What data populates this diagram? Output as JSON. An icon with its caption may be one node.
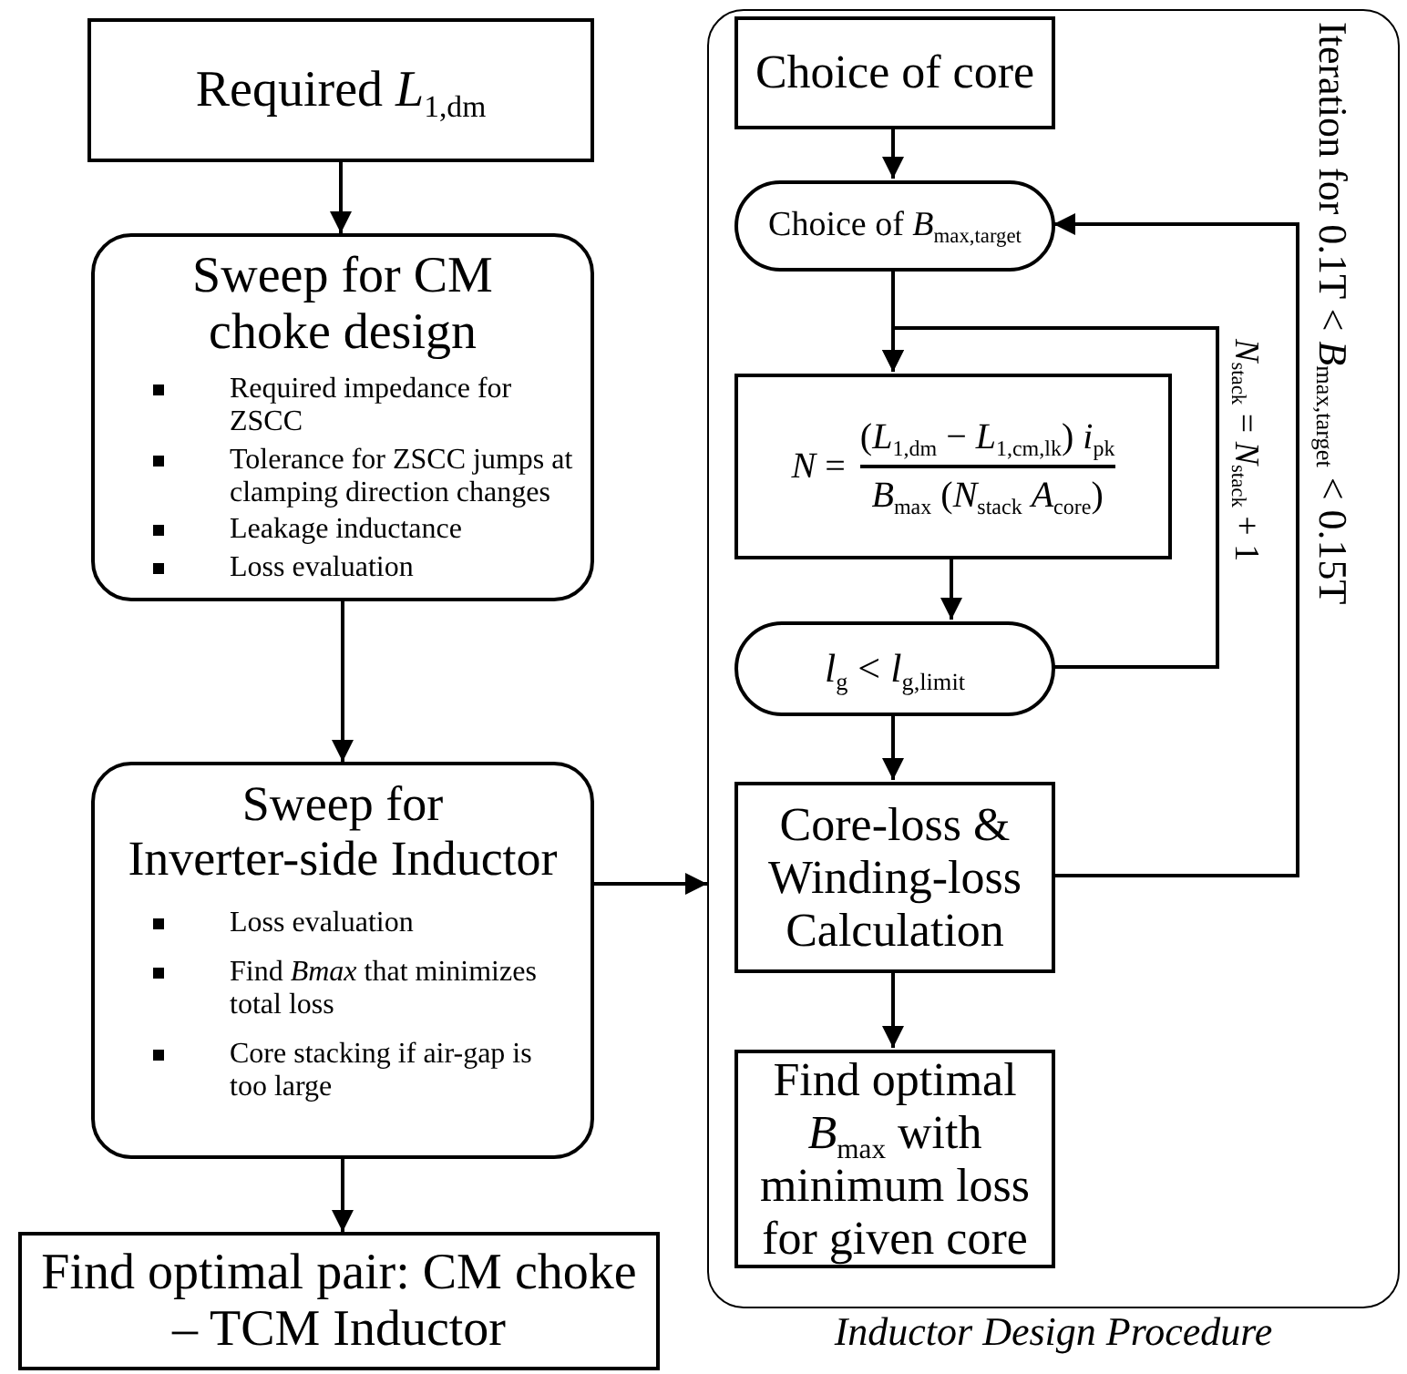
{
  "diagram": {
    "nodes": [
      {
        "text": [
          "Required *L*$_{1,dm}$"
        ]
      },
      {
        "text": [
          "Sweep for CM choke design",
          "Required impedance for ZSCC",
          "Tolerance for ZSCC jumps at clamping direction changes",
          "Leakage inductance",
          "Loss evaluation"
        ]
      },
      {
        "text": [
          "Sweep for Inverter-side Inductor",
          "Loss evaluation",
          "Find *Bmax* that minimizes total loss",
          "Core stacking if air-gap is too large"
        ]
      },
      {
        "text": [
          "Find optimal pair: CM choke – TCM Inductor"
        ]
      },
      {
        "text": [
          "Inductor Design Procedure"
        ]
      },
      {
        "text": [
          "Choice of core"
        ],
        "in": 4
      },
      {
        "text": [
          "Choice of *B*$_{max,target}$"
        ],
        "in": 4
      },
      {
        "text": [
          "*N* =",
          "(*L*$_{1,dm}$ − *L*$_{1,cm,lk}$) *i*$_{pk}$",
          "*B*$_{max}$ (*N*$_{stack}$ *A*$_{core}$)"
        ],
        "in": 4
      },
      {
        "text": [
          "*l*$_{g}$ < *l*$_{g,limit}$"
        ],
        "in": 4
      },
      {
        "text": [
          "Core-loss & Winding-loss Calculation"
        ],
        "in": 4
      },
      {
        "text": [
          "Find optimal *B*$_{max}$ with minimum loss for given core"
        ],
        "in": 4
      }
    ],
    "edges": [
      {
        "from": 0,
        "to": 1,
        "arrow": "to"
      },
      {
        "from": 1,
        "to": 2,
        "arrow": "to"
      },
      {
        "from": 2,
        "to": 3,
        "arrow": "to"
      },
      {
        "from": 2,
        "to": 4,
        "arrow": "to"
      },
      {
        "from": 5,
        "to": 6,
        "arrow": "to"
      },
      {
        "from": 6,
        "to": 7,
        "arrow": "to"
      },
      {
        "from": 7,
        "to": 8,
        "arrow": "to"
      },
      {
        "from": 8,
        "to": 7,
        "arrow": "to",
        "label": "*N*$_{stack}$ = *N*$_{stack}$ + 1"
      },
      {
        "from": 8,
        "to": 9,
        "arrow": "to"
      },
      {
        "from": 9,
        "to": 6,
        "arrow": "to",
        "label": "Iteration for 0.1T < *B*$_{max,target}$ < 0.15T"
      },
      {
        "from": 9,
        "to": 10,
        "arrow": "to"
      }
    ]
  }
}
